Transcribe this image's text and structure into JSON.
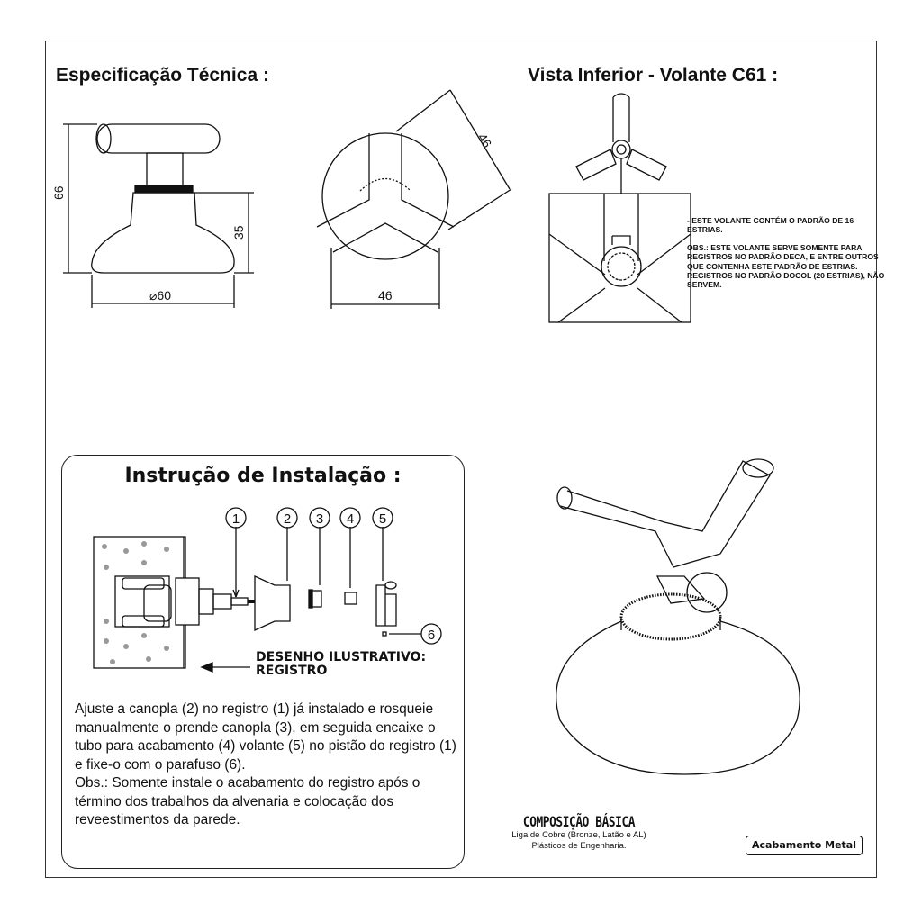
{
  "spec": {
    "title": "Especificação Técnica :",
    "dim_height_total": "66",
    "dim_height_base": "35",
    "dim_diameter": "⌀60",
    "dim_width_top": "46",
    "dim_width_diag": "46"
  },
  "bottom_view": {
    "title": "Vista Inferior - Volante C61 :",
    "note1": "- ESTE VOLANTE CONTÉM O PADRÃO DE 16 ESTRIAS.",
    "note2_lines": [
      "OBS.: ESTE VOLANTE SERVE SOMENTE PARA REGISTROS NO PADRÃO DECA, E ENTRE OUTROS QUE CONTENHA ESTE PADRÃO DE ESTRIAS.",
      "REGISTROS NO PADRÃO DOCOL (20 ESTRIAS), NÃO SERVEM."
    ]
  },
  "install": {
    "title": "Instrução de Instalação :",
    "parts": [
      "1",
      "2",
      "3",
      "4",
      "5",
      "6"
    ],
    "drawing_label_1": "DESENHO ILUSTRATIVO:",
    "drawing_label_2": "REGISTRO",
    "text": "Ajuste a canopla (2) no registro (1) já instalado e rosqueie manualmente o prende canopla (3), em seguida encaixe o tubo para acabamento (4) volante (5) no pistão do registro (1) e fixe-o com o parafuso (6).",
    "obs": "Obs.: Somente instale o acabamento do registro após o término dos trabalhos da alvenaria e colocação dos reveestimentos da parede."
  },
  "composition": {
    "title": "COMPOSIÇÃO BÁSICA",
    "line1": "Liga de Cobre (Bronze, Latão e AL)",
    "line2": "Plásticos de Engenharia."
  },
  "finish_badge": "Acabamento Metal"
}
